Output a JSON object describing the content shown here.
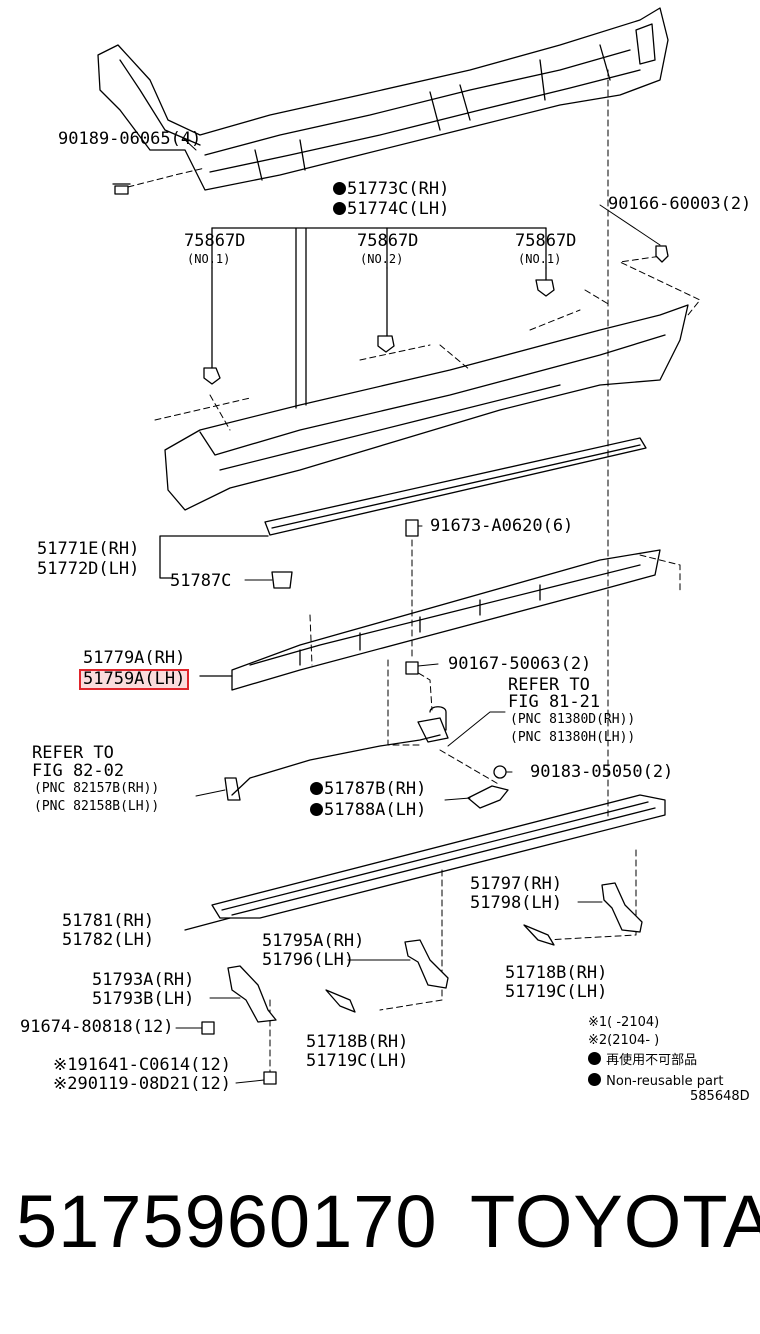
{
  "callouts": {
    "bolt_top": "90189-06065(4)",
    "clip_top_right": "90166-60003(2)",
    "molding_rh": "51773C(RH)",
    "molding_lh": "51774C(LH)",
    "clip_a": "75867D",
    "clip_a_sub": "(NO.1)",
    "clip_b": "75867D",
    "clip_b_sub": "(NO.2)",
    "clip_c": "75867D",
    "clip_c_sub": "(NO.1)",
    "step_rh": "51771E(RH)",
    "step_lh": "51772D(LH)",
    "clip_step": "51787C",
    "screw_step": "91673-A0620(6)",
    "bracket_rh": "51779A(RH)",
    "bracket_lh": "51759A(LH)",
    "nut_mid": "90167-50063(2)",
    "refer_right_1": "REFER TO",
    "refer_right_2": "FIG 81-21",
    "refer_right_3": "(PNC 81380D(RH))",
    "refer_right_4": "(PNC 81380H(LH))",
    "refer_left_1": "REFER TO",
    "refer_left_2": "FIG 82-02",
    "refer_left_3": "(PNC 82157B(RH))",
    "refer_left_4": "(PNC 82158B(LH))",
    "clip_small": "90183-05050(2)",
    "holder_rh": "51787B(RH)",
    "holder_lh": "51788A(LH)",
    "board_rh": "51797(RH)",
    "board_lh": "51798(LH)",
    "rail_rh": "51781(RH)",
    "rail_lh": "51782(LH)",
    "stay_mid_rh": "51795A(RH)",
    "stay_mid_lh": "51796(LH)",
    "pad_right_rh": "51718B(RH)",
    "pad_right_lh": "51719C(LH)",
    "stay_front_rh": "51793A(RH)",
    "stay_front_lh": "51793B(LH)",
    "bolt_front": "91674-80818(12)",
    "bolt_note1": "※191641-C0614(12)",
    "bolt_note2": "※290119-08D21(12)",
    "pad_mid_rh": "51718B(RH)",
    "pad_mid_lh": "51719C(LH)"
  },
  "legend": {
    "note1": "※1(      -2104)",
    "note2": "※2(2104-      )",
    "nonreusable_jp": "再使用不可部品",
    "nonreusable_en": "Non-reusable part",
    "figure_code": "585648D"
  },
  "footer": {
    "part_number": "5175960170",
    "brand": "TOYOTA"
  },
  "colors": {
    "highlight_border": "#e0242b",
    "line": "#000000"
  }
}
